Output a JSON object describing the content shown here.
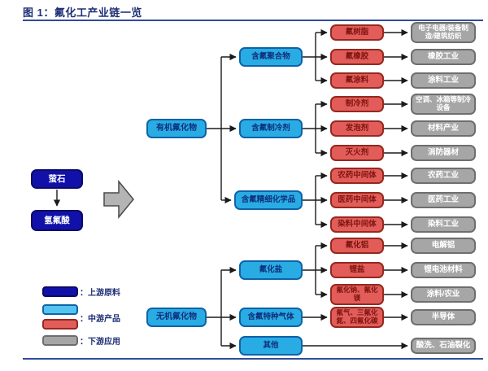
{
  "title": "图 1：氟化工产业链一览",
  "upstream": {
    "fluorite": "萤石",
    "hydrofluoric_acid": "氢氟酸"
  },
  "organic": {
    "label": "有机氟化物",
    "groups": [
      {
        "label": "含氟聚合物",
        "items": [
          {
            "product": "氟树脂",
            "application": "电子电器/装备制造/建筑纺织"
          },
          {
            "product": "氟橡胶",
            "application": "橡胶工业"
          },
          {
            "product": "氟涂料",
            "application": "涂料工业"
          }
        ]
      },
      {
        "label": "含氟制冷剂",
        "items": [
          {
            "product": "制冷剂",
            "application": "空调、冰箱等制冷设备"
          },
          {
            "product": "发泡剂",
            "application": "材料产业"
          },
          {
            "product": "灭火剂",
            "application": "消防器材"
          }
        ]
      },
      {
        "label": "含氟精细化学品",
        "items": [
          {
            "product": "农药中间体",
            "application": "农药工业"
          },
          {
            "product": "医药中间体",
            "application": "医药工业"
          },
          {
            "product": "染料中间体",
            "application": "染料工业"
          }
        ]
      }
    ]
  },
  "inorganic": {
    "label": "无机氟化物",
    "groups": [
      {
        "label": "氟化盐",
        "items": [
          {
            "product": "氟化铝",
            "application": "电解铝"
          },
          {
            "product": "锂盐",
            "application": "锂电池材料"
          },
          {
            "product": "氟化钠、氟化镁",
            "application": "涂料/农业"
          }
        ]
      },
      {
        "label": "含氟特种气体",
        "items": [
          {
            "product": "氟气、三氟化氮、四氟化碳",
            "application": "半导体"
          }
        ]
      },
      {
        "label": "其他",
        "items": [
          {
            "application": "酸洗、石油裂化"
          }
        ]
      }
    ]
  },
  "legend": {
    "upstream": {
      "label": "：上游原料",
      "color": "#1111aa"
    },
    "midstream": {
      "label": "：中游产品",
      "colors": [
        "#29ace3",
        "#e25d5a"
      ]
    },
    "downstream": {
      "label": "：下游应用",
      "color": "#a6a6a6"
    }
  }
}
